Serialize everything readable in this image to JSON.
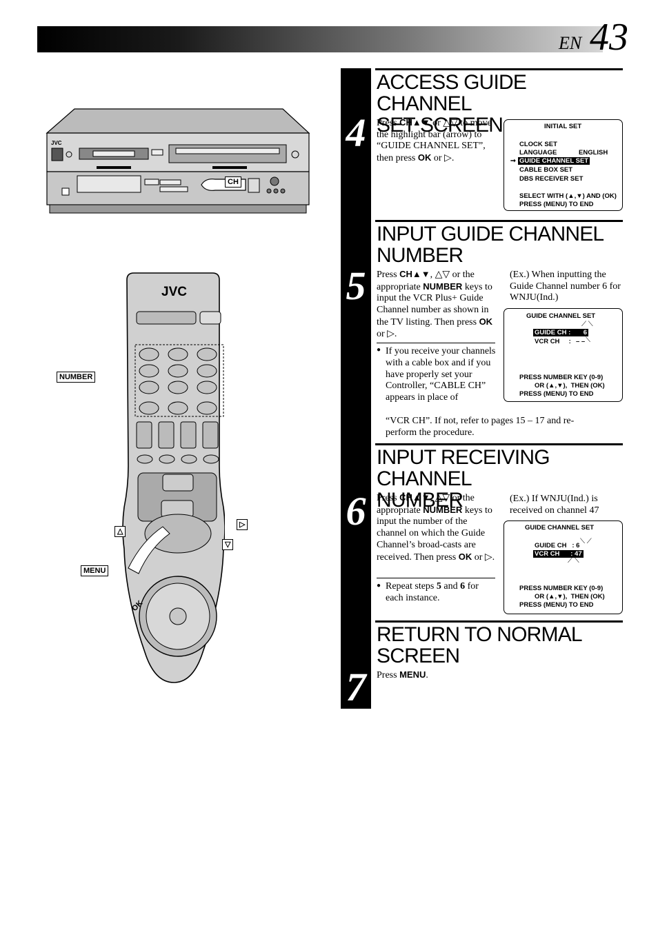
{
  "header": {
    "lang": "EN",
    "page": "43"
  },
  "steps": [
    {
      "number": "4",
      "title_line1": "ACCESS GUIDE CHANNEL",
      "title_line2": "SET SCREEN",
      "body": [
        "Press ",
        "CH▲▼",
        " or △▽ to move the highlight bar (arrow) to “GUIDE CHANNEL SET”, then press ",
        "OK",
        " or ▷."
      ],
      "osd": {
        "title": "INITIAL SET",
        "lines": [
          "CLOCK SET",
          "LANGUAGE",
          "ENGLISH",
          "GUIDE CHANNEL SET",
          "CABLE BOX SET",
          "DBS RECEIVER SET"
        ],
        "footer1": "SELECT WITH (▲,▼) AND (OK)",
        "footer2": "PRESS (MENU) TO END"
      }
    },
    {
      "number": "5",
      "title_line1": "INPUT GUIDE CHANNEL",
      "title_line2": "NUMBER",
      "body": [
        "Press ",
        "CH▲▼",
        ", △▽ or the appropriate ",
        "NUMBER",
        " keys to input the VCR Plus+ Guide Channel number as shown in the TV listing. Then press ",
        "OK",
        " or ▷."
      ],
      "example": "(Ex.) When inputting the Guide Channel number 6 for WNJU(Ind.)",
      "note_a": "If you receive your channels with a cable box and if you have properly set your Controller, “CABLE CH” appears in place of",
      "note_b": "“VCR CH”. If not, refer to pages 15 – 17 and re-perform the procedure.",
      "osd": {
        "title": "GUIDE CHANNEL SET",
        "guide": "GUIDE CH :       6",
        "vcr": "VCR CH     :",
        "vcr_val": "– –",
        "footer1": "PRESS NUMBER KEY (0-9)",
        "footer2": "OR (▲,▼),  THEN (OK)",
        "footer3": "PRESS (MENU) TO END"
      }
    },
    {
      "number": "6",
      "title_line1": "INPUT RECEIVING CHANNEL",
      "title_line2": "NUMBER",
      "body": [
        "Press ",
        "CH▲▼",
        ", △▽ or the appropriate ",
        "NUMBER",
        " keys to input the number of the channel on which the Guide Channel’s broad-casts are received. Then press ",
        "OK",
        " or ▷."
      ],
      "example": "(Ex.) If WNJU(Ind.) is received on channel 47",
      "note": [
        "Repeat steps ",
        "5",
        " and ",
        "6",
        " for each instance."
      ],
      "osd": {
        "title": "GUIDE CHANNEL SET",
        "guide": "GUIDE CH   : 6",
        "vcr": "VCR CH      : 47",
        "footer1": "PRESS NUMBER KEY (0-9)",
        "footer2": "OR (▲,▼),  THEN (OK)",
        "footer3": "PRESS (MENU) TO END"
      }
    },
    {
      "number": "7",
      "title_line1": "RETURN TO NORMAL",
      "title_line2": "SCREEN",
      "body": [
        "Press ",
        "MENU",
        "."
      ]
    }
  ],
  "illustration": {
    "vcr_brand": "JVC",
    "remote_brand": "JVC",
    "labels": {
      "ch": "CH",
      "number": "NUMBER",
      "menu": "MENU",
      "ok": "OK",
      "up": "△",
      "down": "▽",
      "right": "▷"
    }
  }
}
